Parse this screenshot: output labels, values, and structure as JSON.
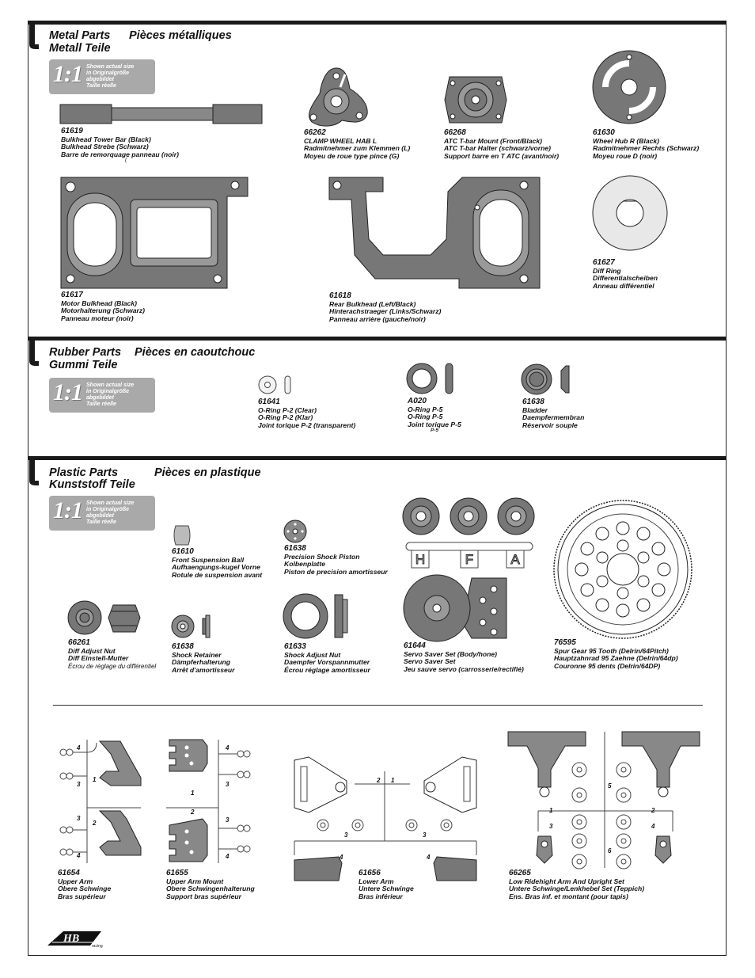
{
  "badge": {
    "big": "1:1",
    "lines": [
      "Shown actual size",
      "in Originalgröße abgebildet",
      "Taille réelle"
    ]
  },
  "sections": {
    "metal": {
      "title_en": "Metal Parts",
      "title_fr": "Pièces métalliques",
      "title_de": "Metall Teile"
    },
    "rubber": {
      "title_en": "Rubber Parts",
      "title_fr": "Pièces en caoutchouc",
      "title_de": "Gummi Teile"
    },
    "plastic": {
      "title_en": "Plastic Parts",
      "title_fr": "Pièces en plastique",
      "title_de": "Kunststoff Teile"
    }
  },
  "parts": {
    "p61619": {
      "num": "61619",
      "l1": "Bulkhead Tower Bar (Black)",
      "l2": "Bulkhead Strebe (Schwarz)",
      "l3": "Barre de remorquage panneau (noir)"
    },
    "p66262": {
      "num": "66262",
      "l1": "CLAMP WHEEL HAB L",
      "l2": "Radmitnehmer zum Klemmen (L)",
      "l3": "Moyeu de roue type pince (G)"
    },
    "p66268": {
      "num": "66268",
      "l1": "ATC T-bar Mount (Front/Black)",
      "l2": "ATC T-bar Halter (schwarz/vorne)",
      "l3": "Support barre en T ATC (avant/noir)"
    },
    "p61630": {
      "num": "61630",
      "l1": "Wheel Hub R (Black)",
      "l2": "Radmitnehmer Rechts (Schwarz)",
      "l3": "Moyeu roue D (noir)"
    },
    "p61617": {
      "num": "61617",
      "l1": "Motor Bulkhead (Black)",
      "l2": "Motorhalterung (Schwarz)",
      "l3": "Panneau moteur (noir)"
    },
    "p61618": {
      "num": "61618",
      "l1": "Rear Bulkhead (Left/Black)",
      "l2": "Hinterachstraeger (Links/Schwarz)",
      "l3": "Panneau arrière (gauche/noir)"
    },
    "p61627": {
      "num": "61627",
      "l1": "Diff Ring",
      "l2": "Differentialscheiben",
      "l3": "Anneau différentiel"
    },
    "p61641": {
      "num": "61641",
      "l1": "O-Ring P-2 (Clear)",
      "l2": "O-Ring P-2 (Klar)",
      "l3": "Joint torique P-2 (transparent)"
    },
    "pA020": {
      "num": "A020",
      "l1": "O-Ring P-5",
      "l2": "O-Ring P-5",
      "l3": "Joint torique P-5",
      "sub": "P-5"
    },
    "p61638b": {
      "num": "61638",
      "l1": "Bladder",
      "l2": "Daempfermembran",
      "l3": "Réservoir souple"
    },
    "p61610": {
      "num": "61610",
      "l1": "Front Suspension Ball",
      "l2": "Aufhaengungs-kugel Vorne",
      "l3": "Rotule de suspension avant"
    },
    "p61638p": {
      "num": "61638",
      "l1": "Precision Shock Piston",
      "l2": "Kolbenplatte",
      "l3": "Piston de precision amortisseur"
    },
    "p66261": {
      "num": "66261",
      "l1": "Diff Adjust Nut",
      "l2": "Diff Einstell-Mutter",
      "l3": "Écrou de réglage du différentiel"
    },
    "p61638r": {
      "num": "61638",
      "l1": "Shock Retainer",
      "l2": "Dämpferhalterung",
      "l3": "Arrêt d'amortisseur"
    },
    "p61633": {
      "num": "61633",
      "l1": "Shock Adjust Nut",
      "l2": "Daempfer Vorspannmutter",
      "l3": "Écrou réglage amortisseur"
    },
    "p61644": {
      "num": "61644",
      "l1": "Servo Saver Set (Body/hone)",
      "l2": "Servo Saver Set",
      "l3": "Jeu sauve servo (carrosserie/rectifié)"
    },
    "p76595": {
      "num": "76595",
      "l1": "Spur Gear 95 Tooth (Delrin/64Pitch)",
      "l2": "Hauptzahnrad 95 Zaehne (Delrin/64dp)",
      "l3": "Couronne 95 dents (Delrin/64DP)"
    },
    "p61654": {
      "num": "61654",
      "l1": "Upper Arm",
      "l2": "Obere Schwinge",
      "l3": "Bras supérieur"
    },
    "p61655": {
      "num": "61655",
      "l1": "Upper Arm Mount",
      "l2": "Obere Schwingenhalterung",
      "l3": "Support bras supérieur"
    },
    "p61656": {
      "num": "61656",
      "l1": "Lower Arm",
      "l2": "Untere Schwinge",
      "l3": "Bras inférieur"
    },
    "p66265": {
      "num": "66265",
      "l1": "Low Ridehight Arm And Upright Set",
      "l2": "Untere Schwinge/Lenkhebel Set (Teppich)",
      "l3": "Ens. Bras inf. et montant (pour tapis)"
    }
  },
  "servo_letters": [
    "H",
    "F",
    "A"
  ],
  "sprue_numbers": {
    "a": "1",
    "b": "2",
    "c": "3",
    "d": "4",
    "e": "5",
    "f": "6"
  },
  "bracket_mark": "(",
  "logo": {
    "text": "HB",
    "sub": "racing"
  },
  "colors": {
    "part_dark": "#555555",
    "part_mid": "#888888",
    "part_light": "#bfbfbf",
    "band": "#1a1a1a",
    "badge": "#a9a9a9"
  }
}
